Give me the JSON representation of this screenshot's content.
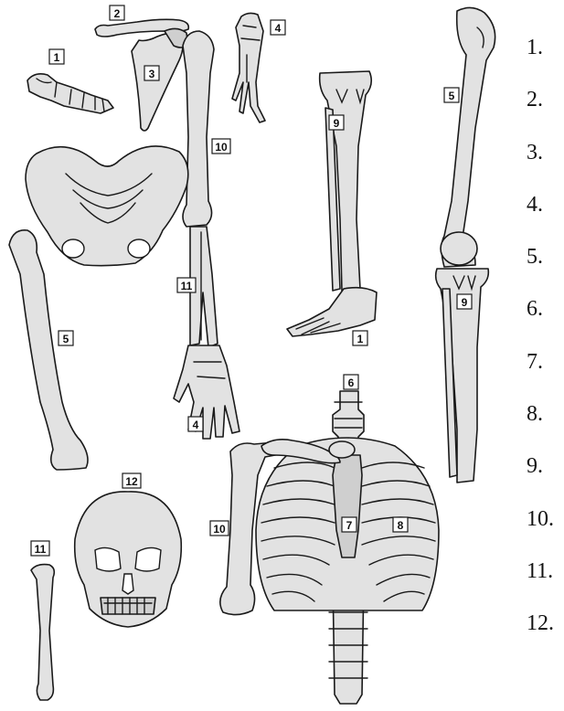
{
  "tags": {
    "t1a": "1",
    "t1b": "1",
    "t2": "2",
    "t3": "3",
    "t4a": "4",
    "t4b": "4",
    "t5a": "5",
    "t5b": "5",
    "t6": "6",
    "t7": "7",
    "t8": "8",
    "t9a": "9",
    "t9b": "9",
    "t10a": "10",
    "t10b": "10",
    "t11a": "11",
    "t11b": "11",
    "t12": "12"
  },
  "answer_list": [
    "1.",
    "2.",
    "3.",
    "4.",
    "5.",
    "6.",
    "7.",
    "8.",
    "9.",
    "10.",
    "11.",
    "12."
  ]
}
